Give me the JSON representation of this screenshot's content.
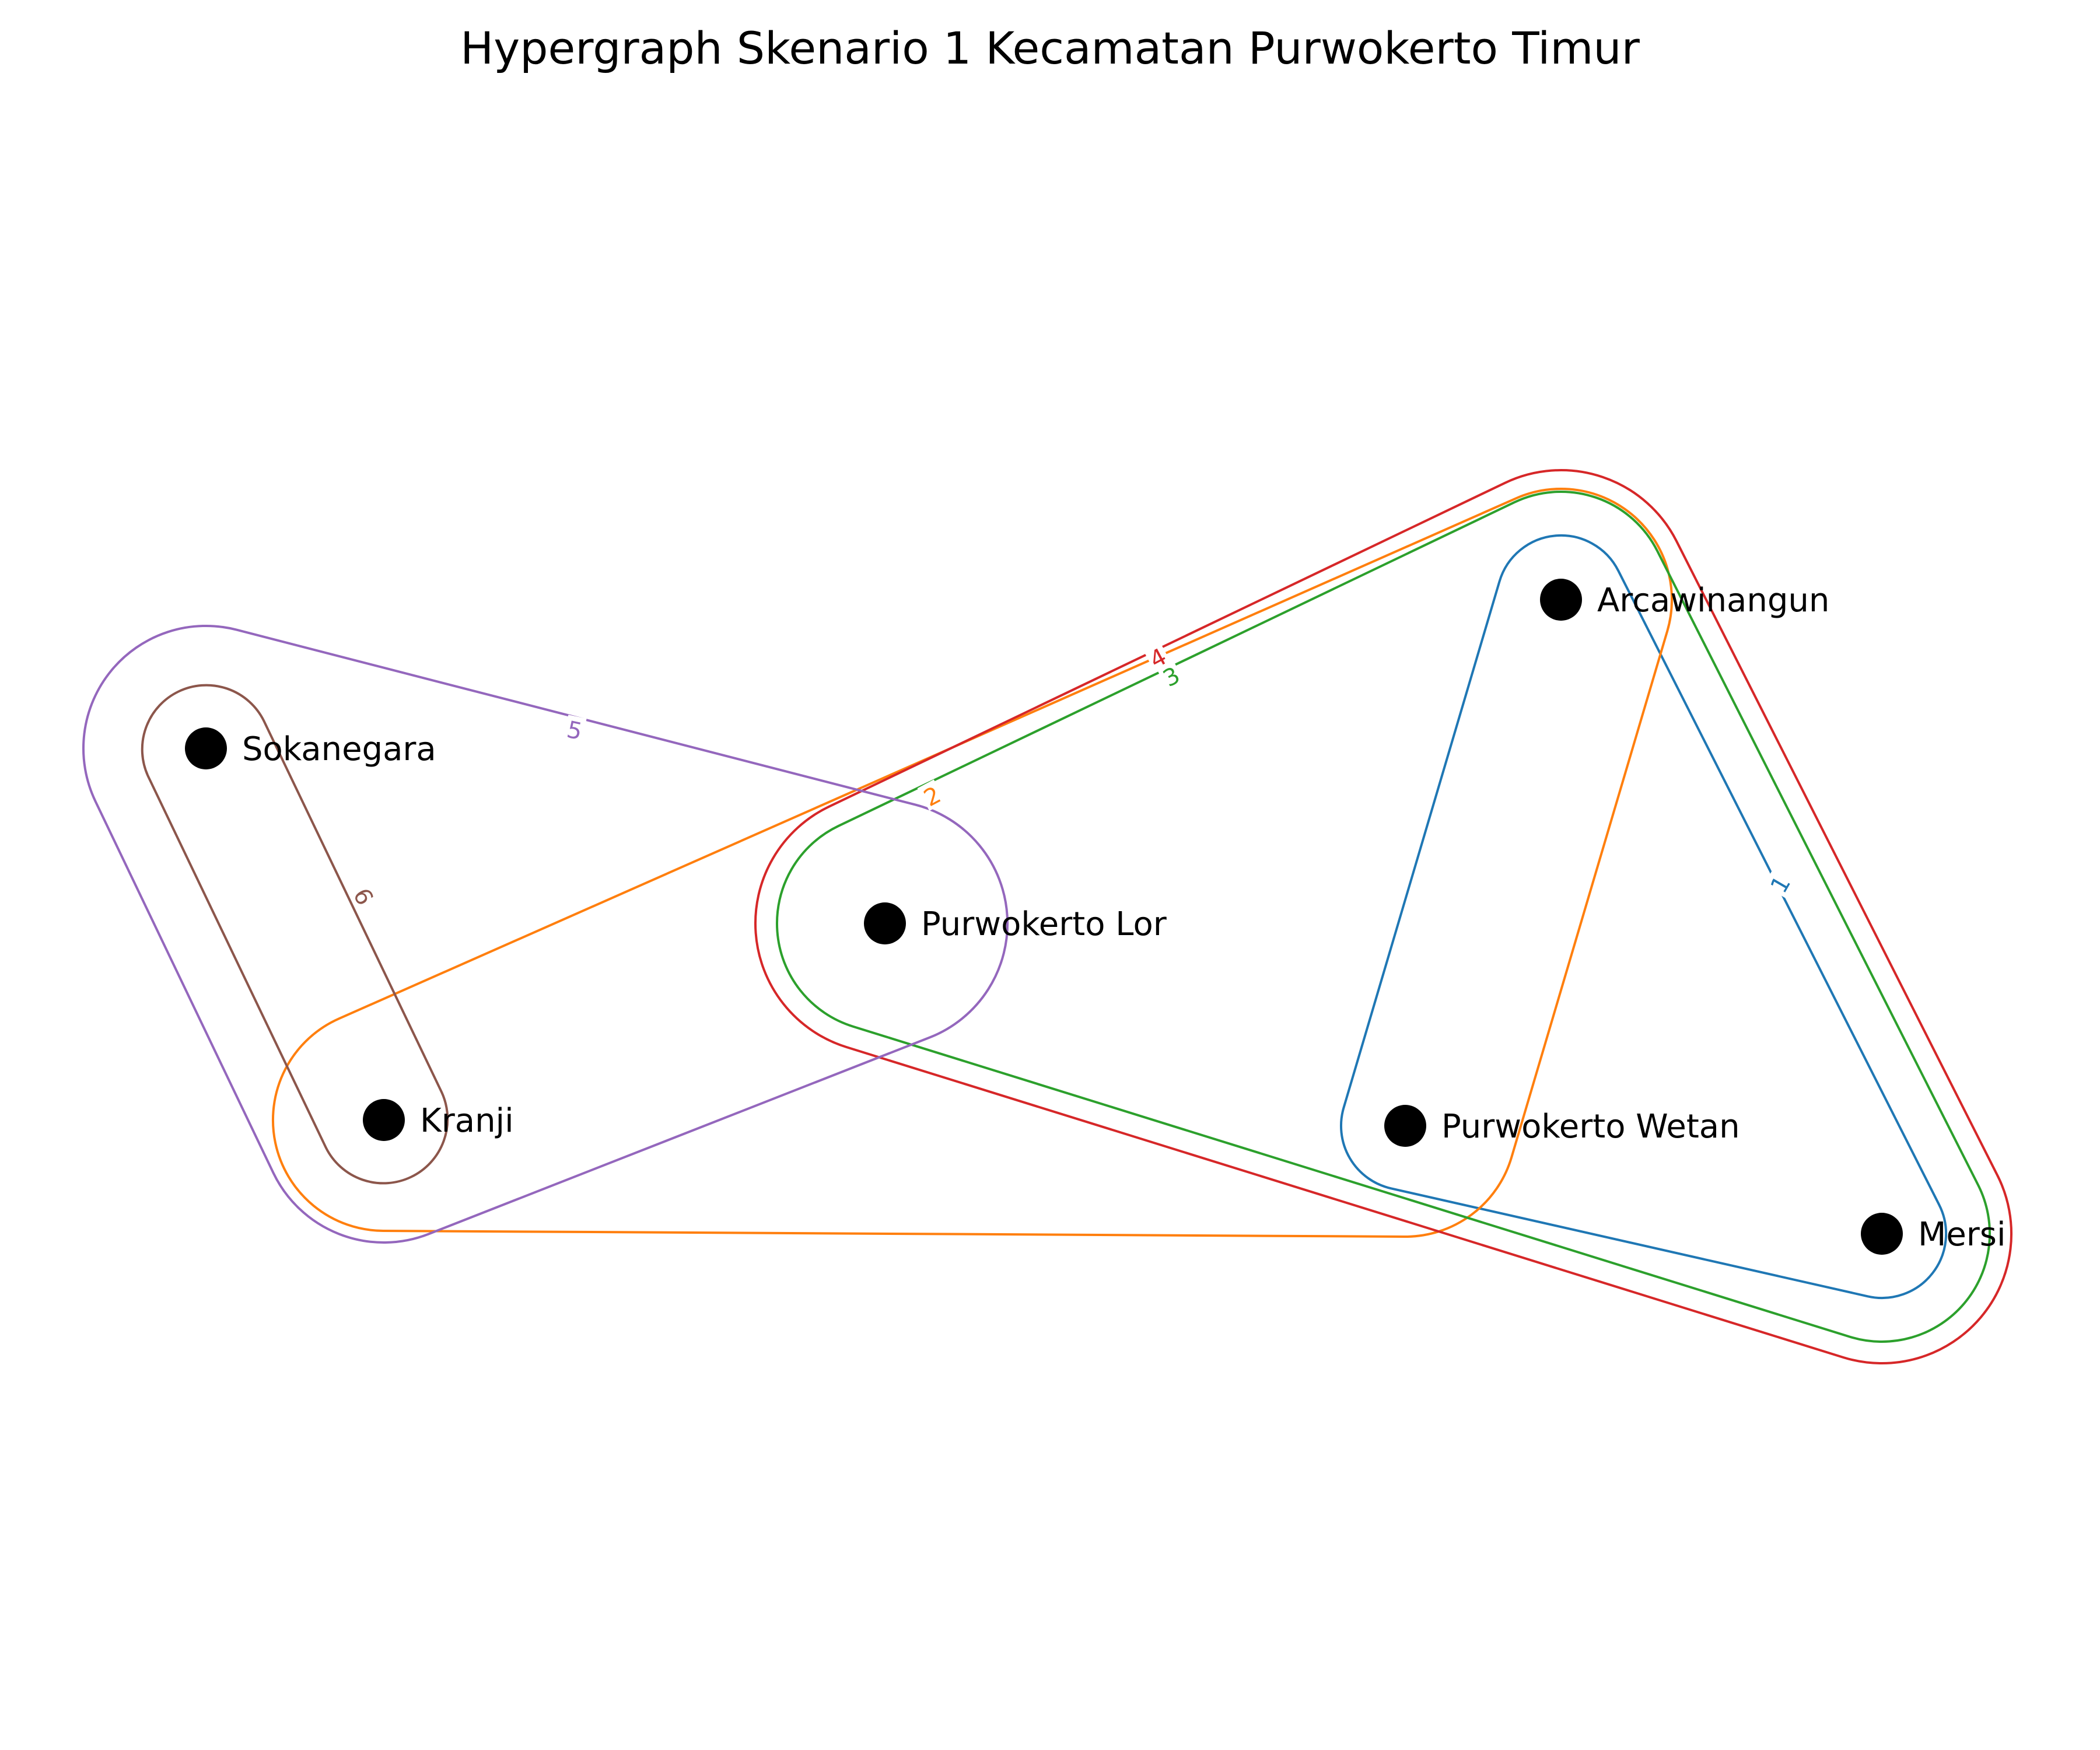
{
  "title": "Hypergraph Skenario 1 Kecamatan Purwokerto Timur",
  "nodes": [
    {
      "id": "sokanegara",
      "label": "Sokanegara"
    },
    {
      "id": "kranji",
      "label": "Kranji"
    },
    {
      "id": "purwokerto_lor",
      "label": "Purwokerto Lor"
    },
    {
      "id": "arcawinangun",
      "label": "Arcawinangun"
    },
    {
      "id": "purwokerto_wetan",
      "label": "Purwokerto Wetan"
    },
    {
      "id": "mersi",
      "label": "Mersi"
    }
  ],
  "hyperedges": [
    {
      "label": "1",
      "color": "#1f77b4",
      "members": [
        "Arcawinangun",
        "Purwokerto Wetan",
        "Mersi"
      ]
    },
    {
      "label": "2",
      "color": "#ff7f0e",
      "members": [
        "Kranji",
        "Arcawinangun",
        "Purwokerto Wetan"
      ]
    },
    {
      "label": "3",
      "color": "#2ca02c",
      "members": [
        "Purwokerto Lor",
        "Arcawinangun",
        "Mersi"
      ]
    },
    {
      "label": "4",
      "color": "#d62728",
      "members": [
        "Purwokerto Lor",
        "Arcawinangun",
        "Mersi"
      ]
    },
    {
      "label": "5",
      "color": "#9467bd",
      "members": [
        "Sokanegara",
        "Kranji",
        "Purwokerto Lor"
      ]
    },
    {
      "label": "6",
      "color": "#8c564b",
      "members": [
        "Sokanegara",
        "Kranji"
      ]
    }
  ]
}
